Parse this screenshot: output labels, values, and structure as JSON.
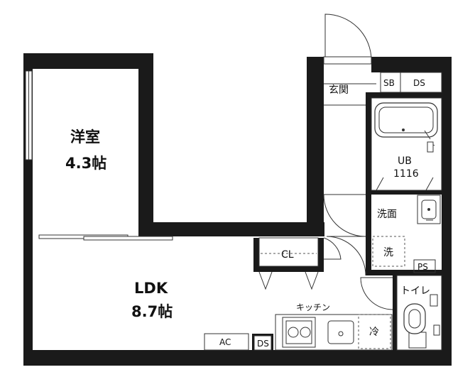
{
  "rooms": {
    "western_room_name": "洋室",
    "western_room_size": "4.3帖",
    "ldk_name": "LDK",
    "ldk_size": "8.7帖",
    "entrance": "玄関",
    "unit_bath_name": "UB",
    "unit_bath_size": "1116",
    "washbasin": "洗面",
    "washer": "洗",
    "toilet": "トイレ",
    "kitchen": "キッチン",
    "fridge": "冷",
    "closet": "CL"
  },
  "fixtures": {
    "shoe_box": "SB",
    "duct_space_top": "DS",
    "duct_space_bottom": "DS",
    "pipe_space": "PS",
    "air_conditioner": "AC"
  }
}
